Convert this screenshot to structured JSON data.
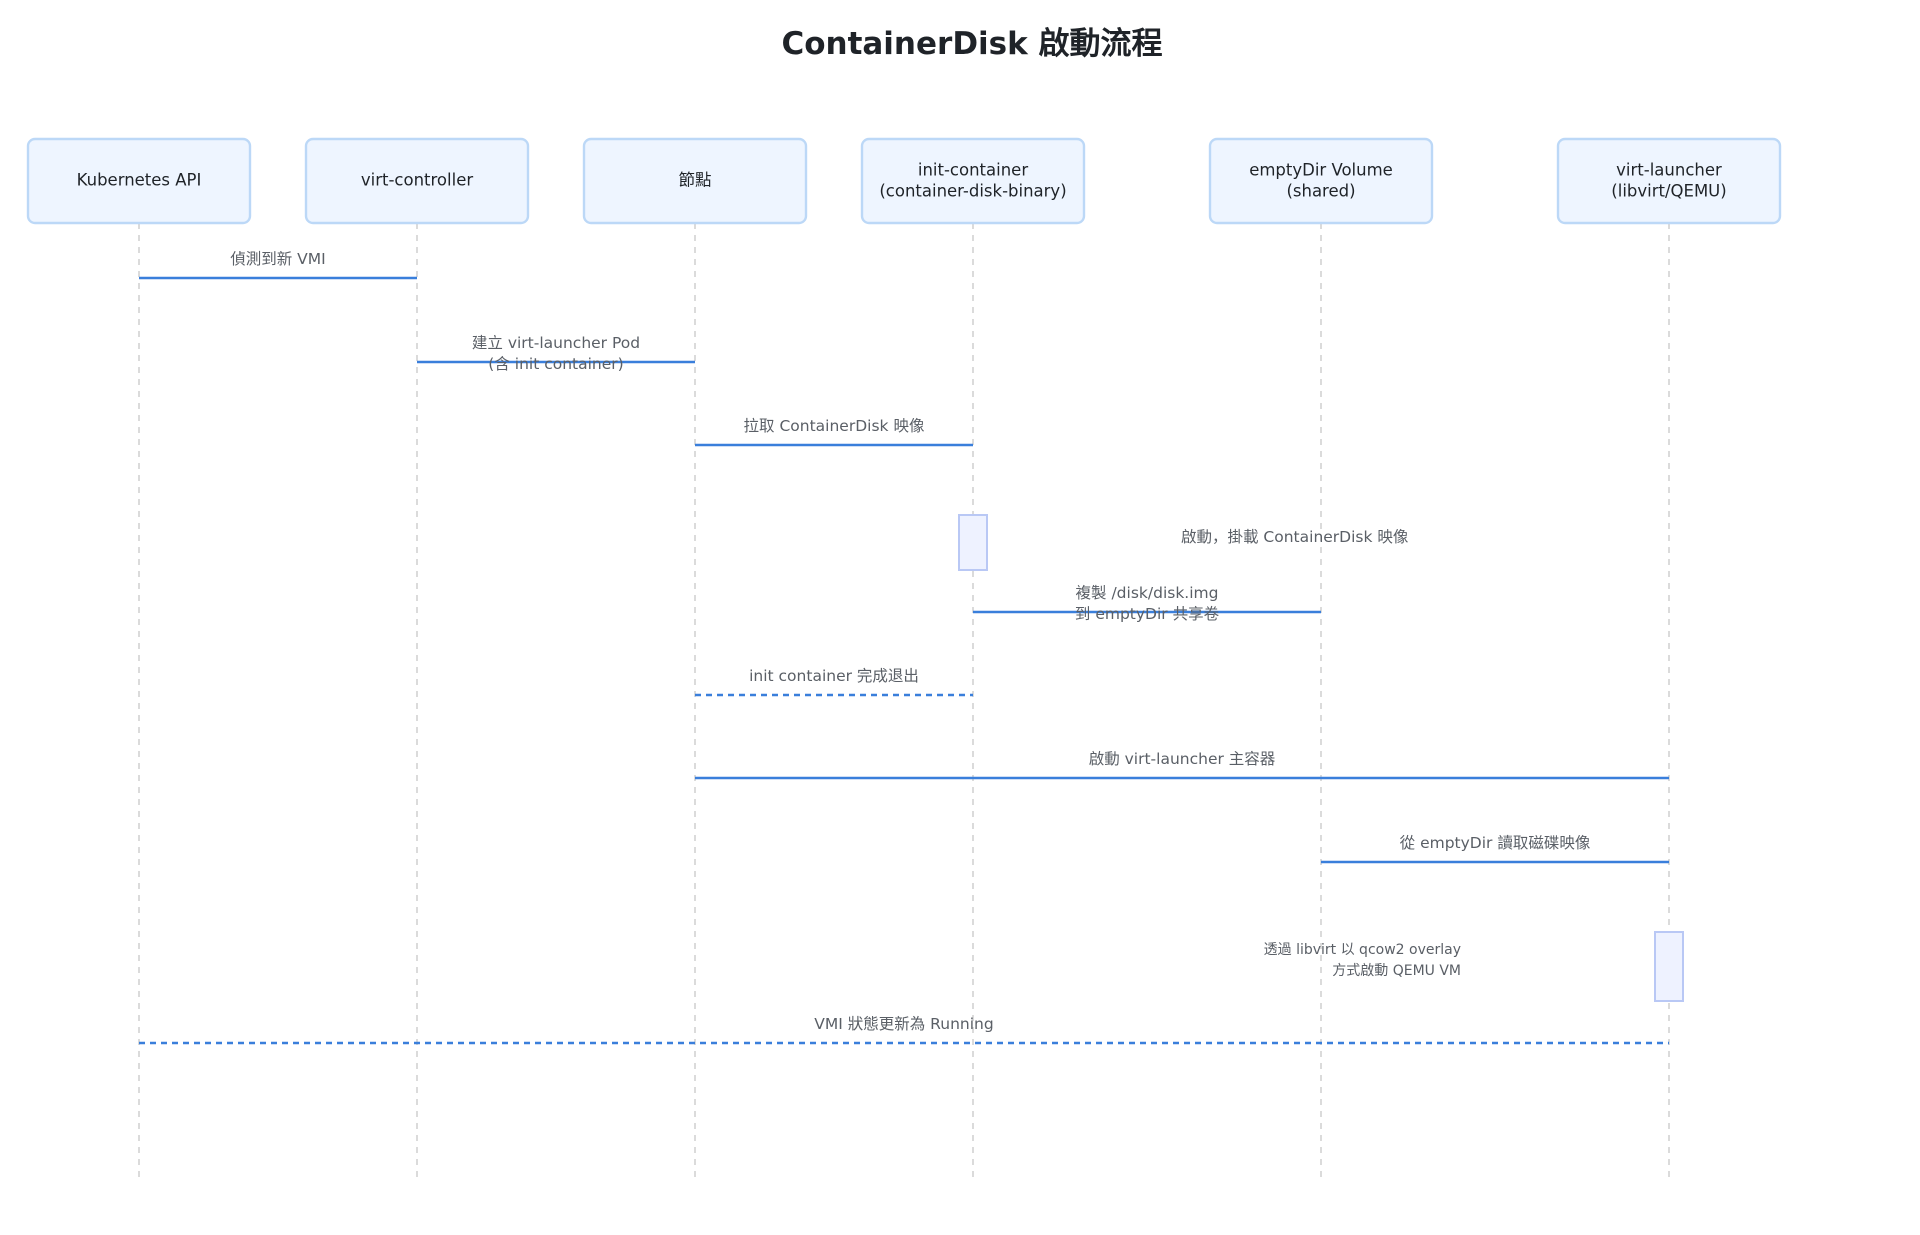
{
  "title": "ContainerDisk 啟動流程",
  "participants": [
    {
      "id": "k8s",
      "lines": [
        "Kubernetes API"
      ]
    },
    {
      "id": "ctrl",
      "lines": [
        "virt-controller"
      ]
    },
    {
      "id": "node",
      "lines": [
        "節點"
      ]
    },
    {
      "id": "init",
      "lines": [
        "init-container",
        "(container-disk-binary)"
      ]
    },
    {
      "id": "vol",
      "lines": [
        "emptyDir Volume",
        "(shared)"
      ]
    },
    {
      "id": "launcher",
      "lines": [
        "virt-launcher",
        "(libvirt/QEMU)"
      ]
    }
  ],
  "messages": [
    {
      "from": "k8s",
      "to": "ctrl",
      "lines": [
        "偵測到新 VMI"
      ],
      "dashed": false
    },
    {
      "from": "ctrl",
      "to": "node",
      "lines": [
        "建立 virt-launcher Pod",
        "(含 init container)"
      ],
      "dashed": false
    },
    {
      "from": "node",
      "to": "init",
      "lines": [
        "拉取 ContainerDisk 映像"
      ],
      "dashed": false
    },
    {
      "from": "init",
      "to": "vol",
      "lines": [
        "複製 /disk/disk.img",
        "到 emptyDir 共享卷"
      ],
      "dashed": false
    },
    {
      "from": "init",
      "to": "node",
      "lines": [
        "init container 完成退出"
      ],
      "dashed": true
    },
    {
      "from": "node",
      "to": "launcher",
      "lines": [
        "啟動 virt-launcher 主容器"
      ],
      "dashed": false
    },
    {
      "from": "launcher",
      "to": "vol",
      "lines": [
        "從 emptyDir 讀取磁碟映像"
      ],
      "dashed": false
    },
    {
      "from": "launcher",
      "to": "k8s",
      "lines": [
        "VMI 狀態更新為 Running"
      ],
      "dashed": true
    }
  ],
  "activations": [
    {
      "on": "init",
      "lines": [
        "啟動，掛載 ContainerDisk 映像"
      ]
    },
    {
      "on": "launcher",
      "lines": [
        "透過 libvirt 以 qcow2 overlay",
        "方式啟動 QEMU VM"
      ]
    }
  ],
  "colors": {
    "message_line": "#3a7fdb",
    "actor_fill": "#eef5ff",
    "actor_stroke": "#bcd8f7",
    "activation_fill": "#eef2ff",
    "text": "#1f2328",
    "muted_text": "#5a5f66"
  }
}
